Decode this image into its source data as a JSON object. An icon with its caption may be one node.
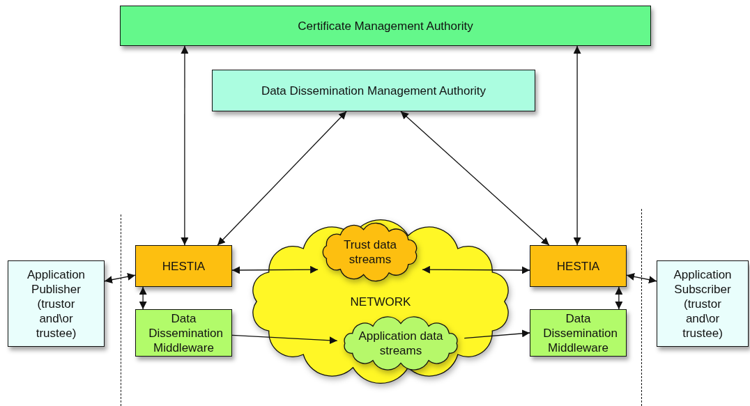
{
  "diagram": {
    "nodes": [
      {
        "text": [
          "Certificate Management Authority"
        ]
      },
      {
        "text": [
          "Data Dissemination Management Authority"
        ]
      },
      {
        "text": [
          "Application Publisher (trustor and\\or trustee)"
        ]
      },
      {
        "text": [
          "HESTIA"
        ]
      },
      {
        "text": [
          "Data Dissemination Middleware"
        ]
      },
      {
        "text": [
          "NETWORK"
        ]
      },
      {
        "text": [
          "Trust data streams"
        ],
        "in": 5
      },
      {
        "text": [
          "Application data streams"
        ],
        "in": 5
      },
      {
        "text": [
          "HESTIA"
        ]
      },
      {
        "text": [
          "Data Dissemination Middleware"
        ]
      },
      {
        "text": [
          "Application Subscriber (trustor and\\or trustee)"
        ]
      }
    ],
    "edges": [
      {
        "from": 0,
        "to": 3,
        "arrow": "both"
      },
      {
        "from": 0,
        "to": 8,
        "arrow": "both"
      },
      {
        "from": 1,
        "to": 3,
        "arrow": "both"
      },
      {
        "from": 1,
        "to": 8,
        "arrow": "both"
      },
      {
        "from": 2,
        "to": 3,
        "arrow": "both"
      },
      {
        "from": 3,
        "to": 4,
        "arrow": "both"
      },
      {
        "from": 3,
        "to": 6,
        "arrow": "both"
      },
      {
        "from": 6,
        "to": 8,
        "arrow": "both"
      },
      {
        "from": 4,
        "to": 7,
        "arrow": "to"
      },
      {
        "from": 7,
        "to": 9,
        "arrow": "to"
      },
      {
        "from": 8,
        "to": 10,
        "arrow": "both"
      },
      {
        "from": 9,
        "to": 8,
        "arrow": "both"
      }
    ]
  }
}
